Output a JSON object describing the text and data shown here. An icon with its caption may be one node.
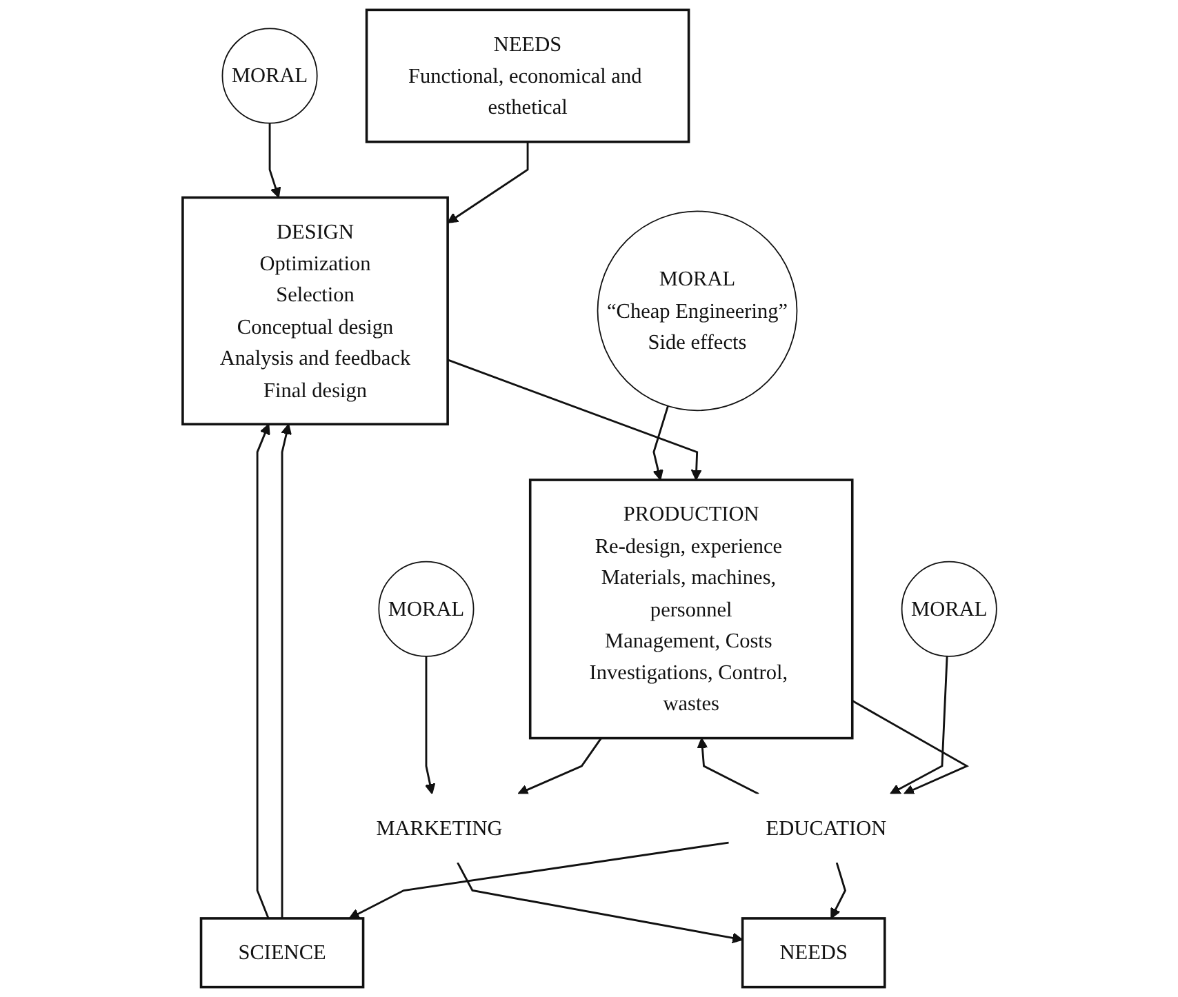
{
  "diagram": {
    "nodes": [
      {
        "text": [
          "NEEDS",
          "Functional, economical and esthetical"
        ]
      },
      {
        "text": [
          "DESIGN",
          "Optimization",
          "Selection",
          "Conceptual design",
          "Analysis and feedback",
          "Final design"
        ]
      },
      {
        "text": [
          "MORAL"
        ]
      },
      {
        "text": [
          "SCIENCE"
        ]
      },
      {
        "text": [
          "PRODUCTION",
          "Re-design, experience Materials, machines, personnel",
          "Management, Costs Investigations, Control, wastes"
        ]
      },
      {
        "text": [
          "MORAL",
          "“Cheap Engineering”",
          "Side effects"
        ]
      },
      {
        "text": [
          "EDUCATION"
        ]
      },
      {
        "text": [
          "MARKETING"
        ]
      },
      {
        "text": [
          "MORAL"
        ]
      },
      {
        "text": [
          "NEEDS"
        ]
      },
      {
        "text": [
          "MORAL"
        ]
      }
    ],
    "edges": [
      {
        "from": 0,
        "to": 1,
        "arrow": "to"
      },
      {
        "from": 3,
        "to": 1,
        "arrow": "to"
      },
      {
        "from": 3,
        "to": 1,
        "arrow": "to"
      },
      {
        "from": 2,
        "to": 1,
        "arrow": "to"
      },
      {
        "from": 1,
        "to": 4,
        "arrow": "to"
      },
      {
        "from": 4,
        "to": 6,
        "arrow": "to"
      },
      {
        "from": 6,
        "to": 4,
        "arrow": "to"
      },
      {
        "from": 6,
        "to": 3,
        "arrow": "to"
      },
      {
        "from": 5,
        "to": 4,
        "arrow": "to"
      },
      {
        "from": 4,
        "to": 7,
        "arrow": "to"
      },
      {
        "from": 8,
        "to": 6,
        "arrow": "to"
      },
      {
        "from": 6,
        "to": 9,
        "arrow": "to"
      },
      {
        "from": 7,
        "to": 9,
        "arrow": "to"
      },
      {
        "from": 10,
        "to": 7,
        "arrow": "to"
      }
    ]
  }
}
